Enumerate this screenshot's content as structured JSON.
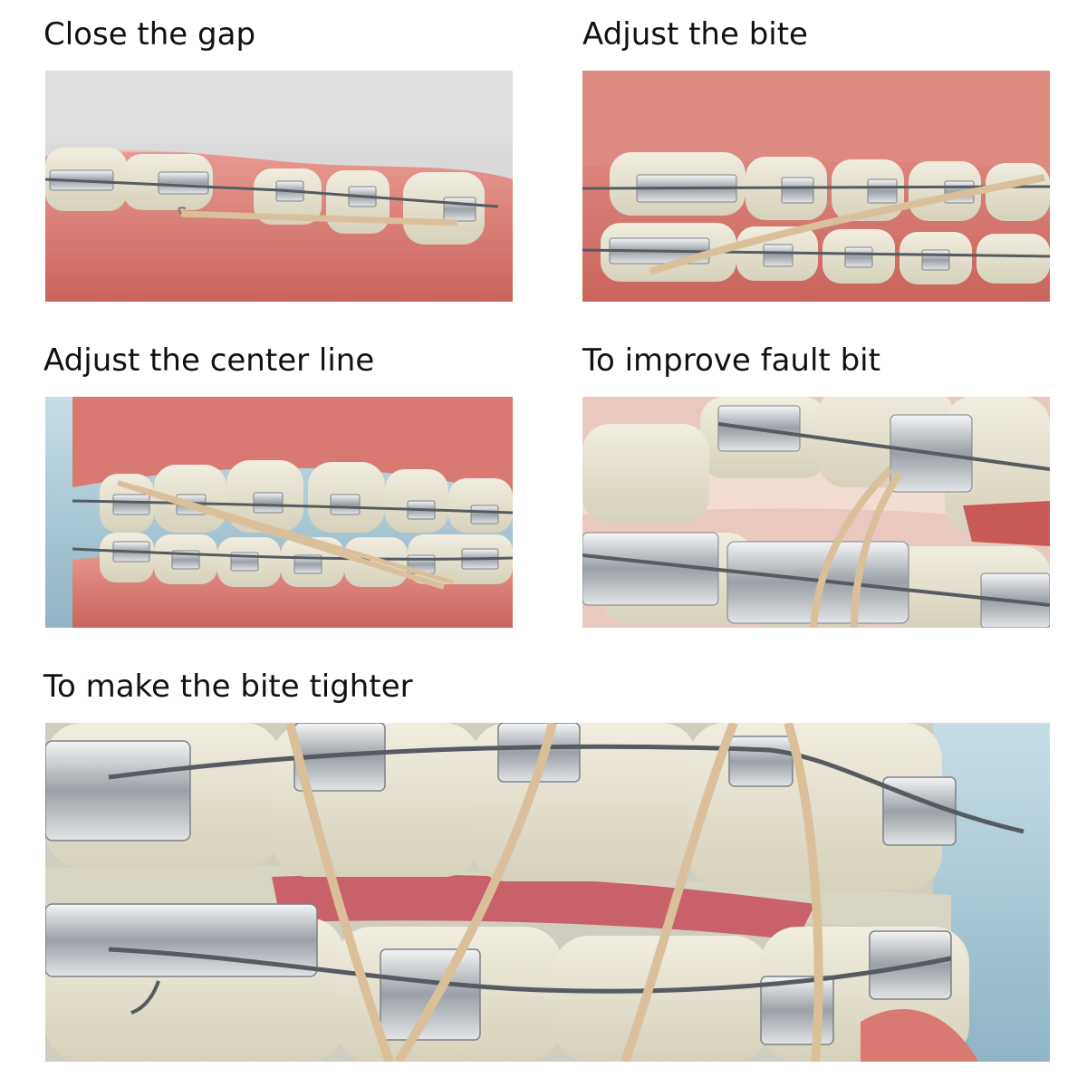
{
  "panels": [
    {
      "caption": "Close the gap"
    },
    {
      "caption": "Adjust the bite"
    },
    {
      "caption": "Adjust the center line"
    },
    {
      "caption": "To improve fault bit"
    },
    {
      "caption": "To make the bite tighter"
    }
  ],
  "colors": {
    "gum": "#d97a72",
    "tooth": "#e6e2cf",
    "bracket": "#c9ccd0",
    "wire": "#555b60",
    "elastic": "#d9c09a",
    "sky": "#a9c9d6"
  }
}
